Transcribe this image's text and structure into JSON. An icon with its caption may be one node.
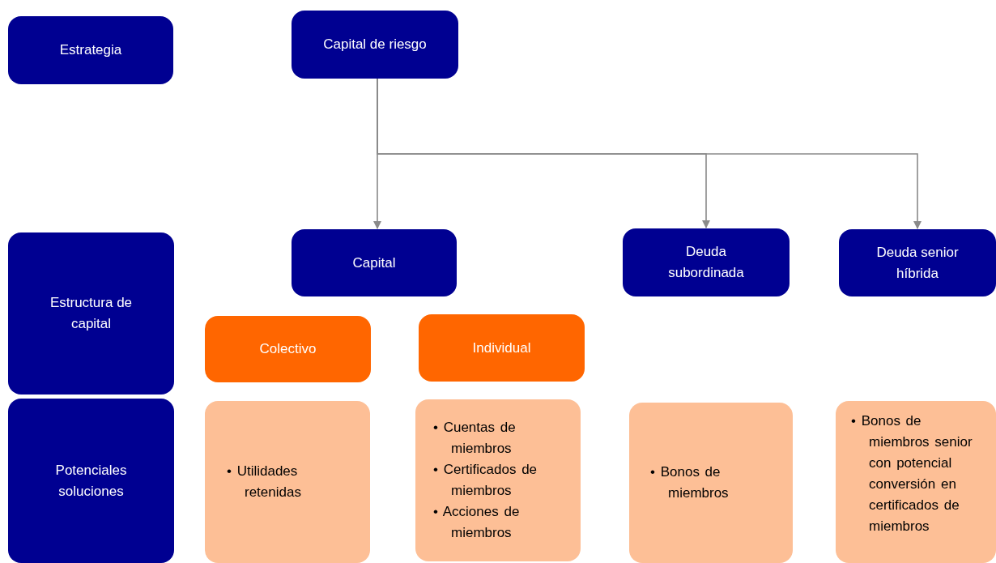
{
  "diagram": {
    "nodes": [
      {
        "text": [
          "Estrategia"
        ]
      },
      {
        "text": [
          "Capital de riesgo"
        ]
      },
      {
        "text": [
          "Estructura de capital"
        ]
      },
      {
        "text": [
          "Capital"
        ]
      },
      {
        "text": [
          "Deuda subordinada"
        ]
      },
      {
        "text": [
          "Deuda senior híbrida"
        ]
      },
      {
        "text": [
          "Colectivo"
        ]
      },
      {
        "text": [
          "Individual"
        ]
      },
      {
        "text": [
          "Potenciales soluciones"
        ]
      },
      {
        "text": [
          "• Utilidades retenidas"
        ]
      },
      {
        "text": [
          "• Cuentas de miembros",
          "• Certificados de miembros",
          "• Acciones de miembros"
        ]
      },
      {
        "text": [
          "• Bonos de miembros"
        ]
      },
      {
        "text": [
          "• Bonos de miembros senior con potencial conversión en certificados de miembros"
        ]
      }
    ],
    "edges": [
      {
        "from": 1,
        "to": 3,
        "arrow": "to"
      },
      {
        "from": 1,
        "to": 4,
        "arrow": "to"
      },
      {
        "from": 1,
        "to": 5,
        "arrow": "to"
      }
    ]
  }
}
